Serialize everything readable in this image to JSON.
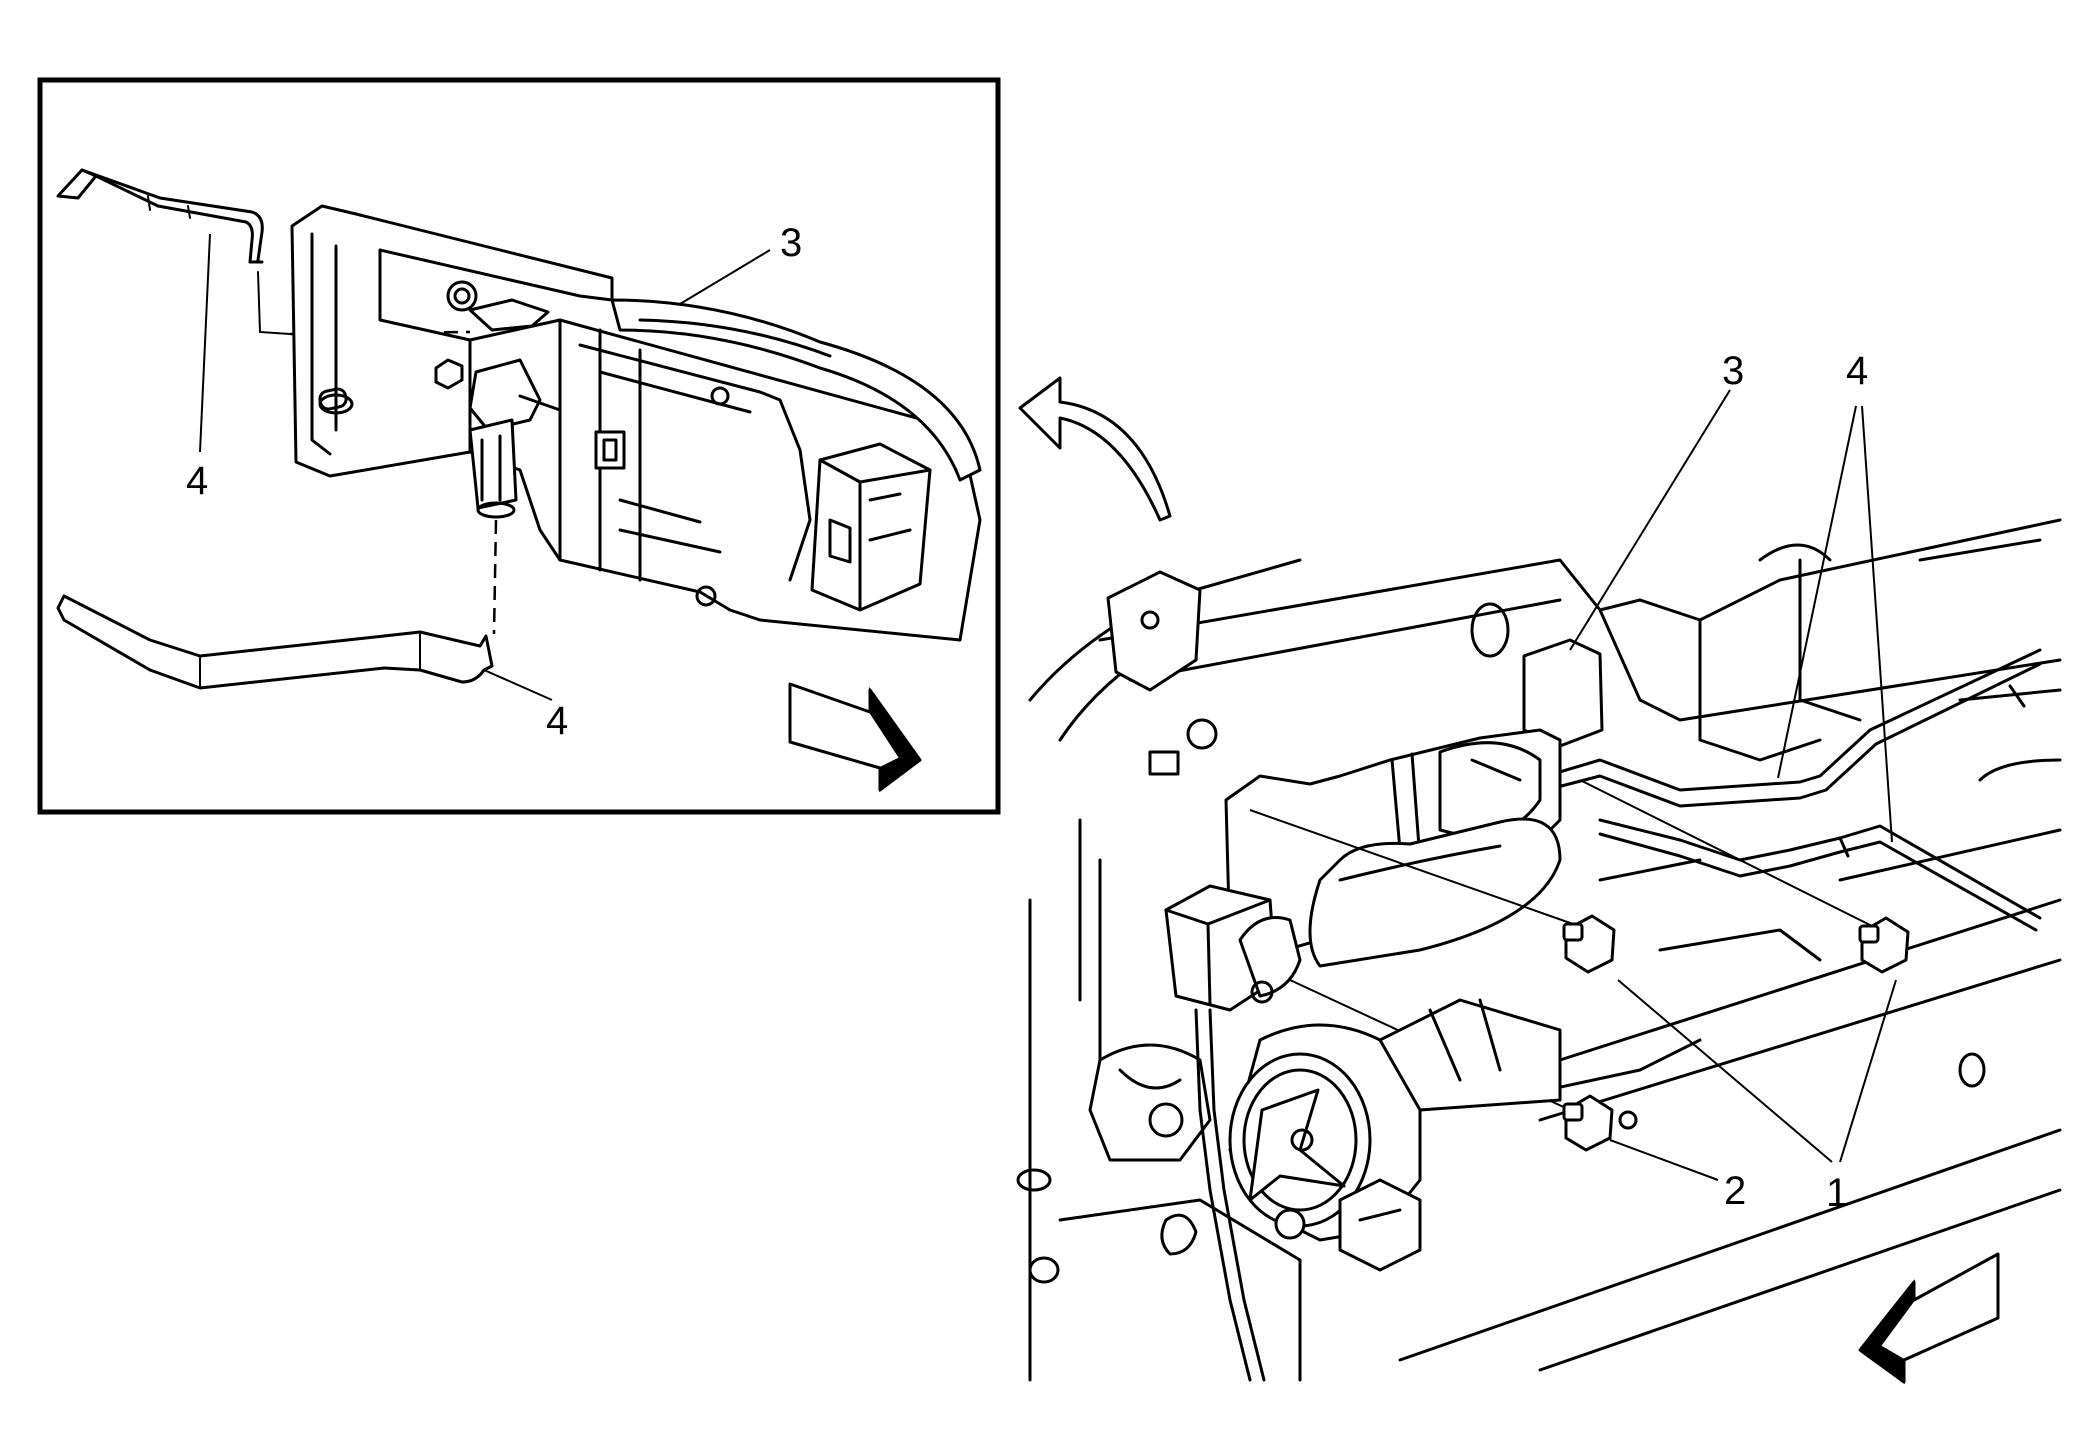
{
  "inset": {
    "callouts": {
      "rod_upper": "4",
      "rod_lower": "4",
      "handle": "3"
    },
    "direction_arrow_icon": "front-direction-arrow-icon"
  },
  "main_view": {
    "callouts": {
      "handle": "3",
      "rods": "4",
      "bolts": "1",
      "bolt_lower": "2"
    },
    "direction_arrow_icon": "front-direction-arrow-icon",
    "curved_arrow_icon": "curved-arrow-icon"
  }
}
